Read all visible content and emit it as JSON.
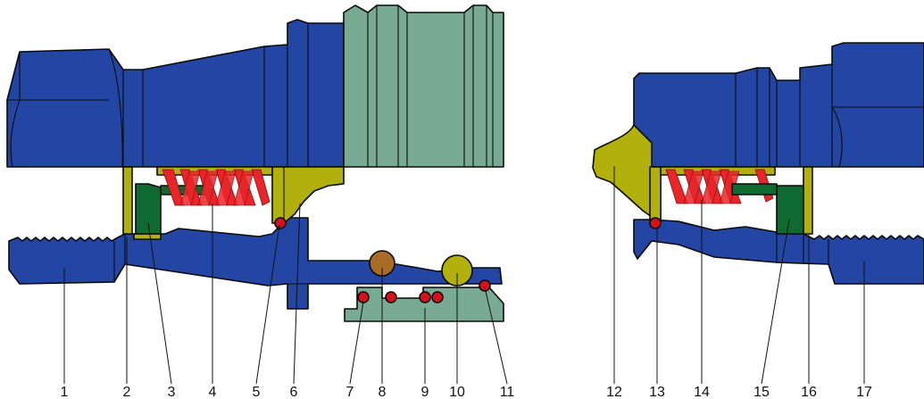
{
  "colors": {
    "body_blue": "#2346a4",
    "sleeve_green": "#78aa94",
    "valve_yellow": "#b2b00c",
    "spring_red": "#e8262a",
    "seal_dark_green": "#0e6a30",
    "oring_red": "#d8101c",
    "ball_brown": "#a86c28",
    "outline": "#0a0a0a",
    "background": "#ffffff"
  },
  "callouts": [
    {
      "number": "1"
    },
    {
      "number": "2"
    },
    {
      "number": "3"
    },
    {
      "number": "4"
    },
    {
      "number": "5"
    },
    {
      "number": "6"
    },
    {
      "number": "7"
    },
    {
      "number": "8"
    },
    {
      "number": "9"
    },
    {
      "number": "10"
    },
    {
      "number": "11"
    },
    {
      "number": "12"
    },
    {
      "number": "13"
    },
    {
      "number": "14"
    },
    {
      "number": "15"
    },
    {
      "number": "16"
    },
    {
      "number": "17"
    }
  ]
}
